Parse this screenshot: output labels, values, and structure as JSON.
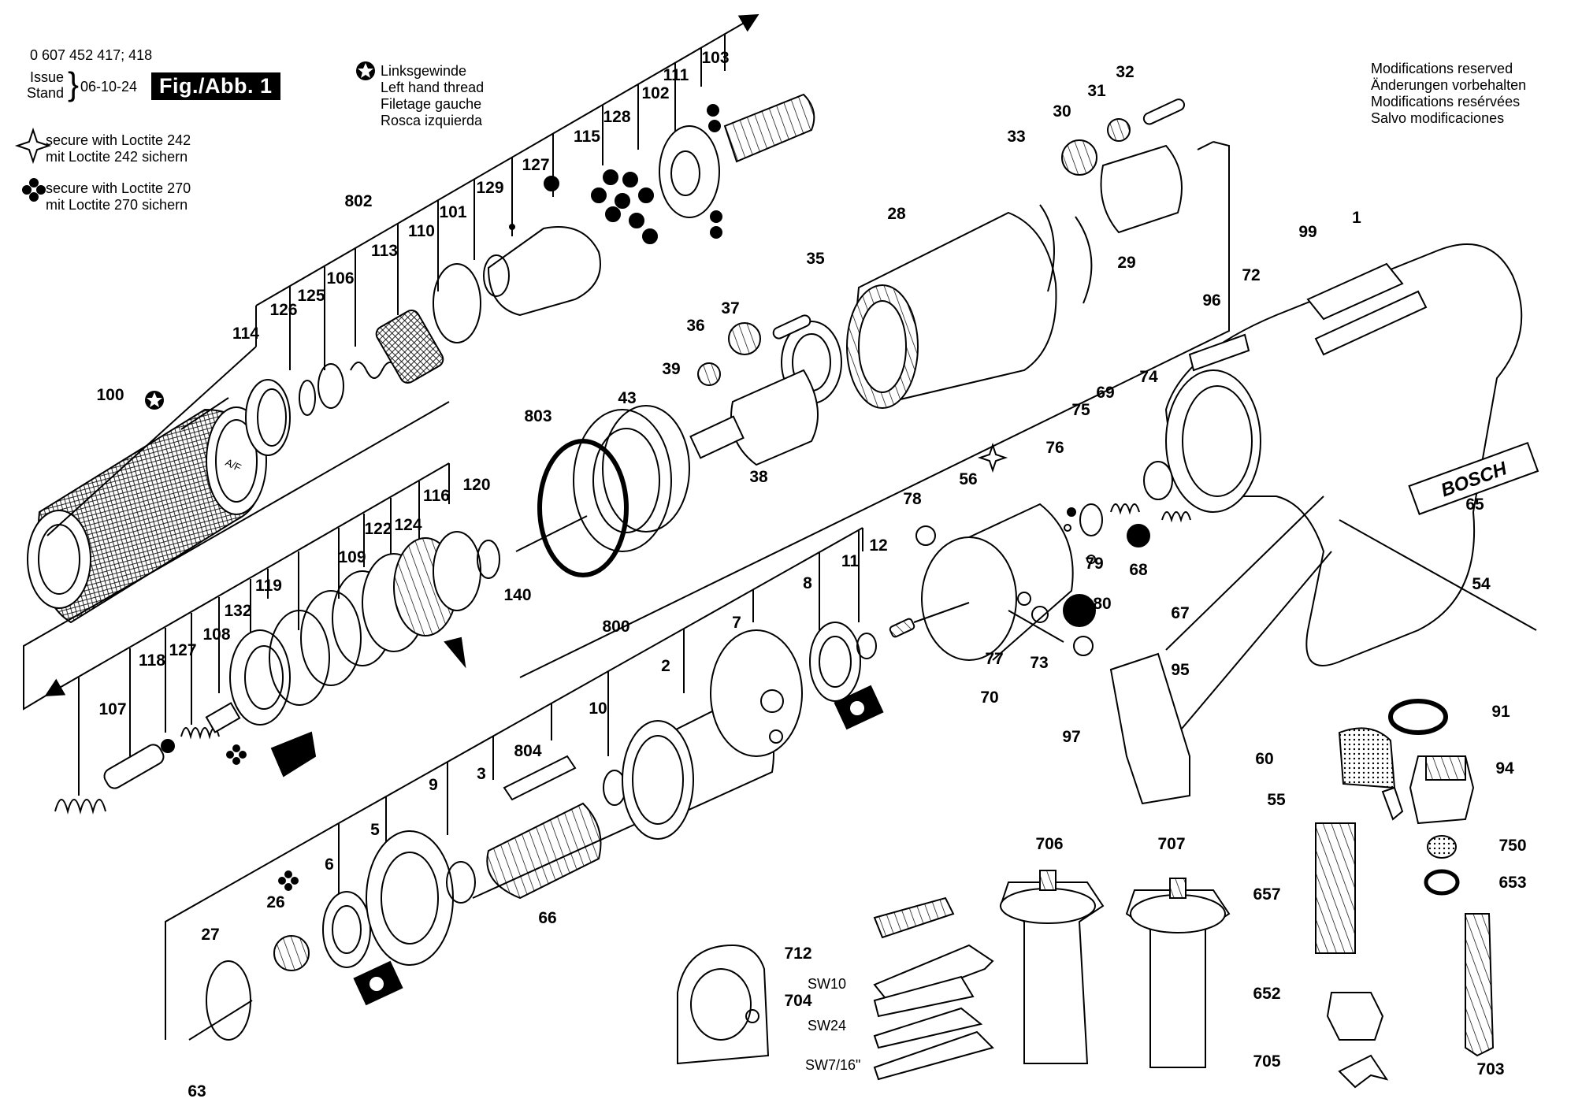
{
  "header": {
    "part_number": "0 607 452 417; 418",
    "issue_label": "Issue",
    "stand_label": "Stand",
    "issue_date": "06-10-24",
    "figure_label": "Fig./Abb. 1"
  },
  "legend": {
    "thread": [
      "Linksgewinde",
      "Left hand thread",
      "Filetage gauche",
      "Rosca izquierda"
    ],
    "loctite_242": [
      "secure with Loctite 242",
      "mit Loctite 242 sichern"
    ],
    "loctite_270": [
      "secure with Loctite 270",
      "mit Loctite 270 sichern"
    ],
    "modifications": [
      "Modifications reserved",
      "Änderungen vorbehalten",
      "Modifications resérvées",
      "Salvo modificaciones"
    ]
  },
  "brand": "BOSCH",
  "arrow_label": "A/F",
  "wrench_sizes": [
    "SW10",
    "SW24",
    "SW7/16\""
  ],
  "part_labels": [
    "100",
    "114",
    "126",
    "125",
    "106",
    "113",
    "110",
    "101",
    "129",
    "127",
    "115",
    "128",
    "102",
    "111",
    "103",
    "802",
    "32",
    "31",
    "30",
    "33",
    "29",
    "28",
    "35",
    "37",
    "36",
    "38",
    "39",
    "43",
    "803",
    "140",
    "120",
    "116",
    "124",
    "122",
    "109",
    "119",
    "132",
    "108",
    "127",
    "118",
    "107",
    "800",
    "7",
    "2",
    "8",
    "11",
    "12",
    "10",
    "804",
    "3",
    "9",
    "5",
    "6",
    "26",
    "27",
    "63",
    "66",
    "78",
    "56",
    "76",
    "75",
    "69",
    "74",
    "79",
    "68",
    "80",
    "70",
    "77",
    "73",
    "67",
    "95",
    "97",
    "99",
    "1",
    "96",
    "72",
    "65",
    "54",
    "91",
    "94",
    "60",
    "55",
    "750",
    "653",
    "657",
    "652",
    "705",
    "703",
    "706",
    "707",
    "712",
    "704"
  ]
}
